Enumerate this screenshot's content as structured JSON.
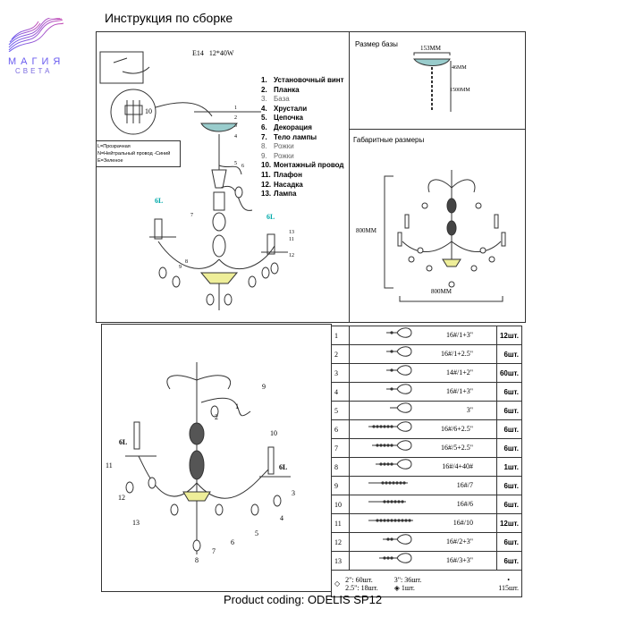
{
  "logo": {
    "line1": "МАГИЯ",
    "line2": "СВЕТА",
    "colors": [
      "#6a5cf0",
      "#c44fb6"
    ]
  },
  "title": "Инструкция по сборке",
  "assembly": {
    "spec": "E14   12*40W",
    "wiring_legend": [
      "L=Прозрачная",
      "N=Нейтральный провод -Синий",
      "E=Зеленое"
    ],
    "terminal_label": "10",
    "lamp_labels": [
      "6L",
      "6L"
    ],
    "callouts": [
      "1",
      "2",
      "3",
      "4",
      "5",
      "6",
      "7",
      "8",
      "9",
      "11",
      "12",
      "13"
    ],
    "parts": [
      {
        "n": "1.",
        "t": "Установочный винт"
      },
      {
        "n": "2.",
        "t": "Планка"
      },
      {
        "n": "3.",
        "t": "База"
      },
      {
        "n": "4.",
        "t": "Хрустали"
      },
      {
        "n": "5.",
        "t": "Цепочка"
      },
      {
        "n": "6.",
        "t": "Декорация"
      },
      {
        "n": "7.",
        "t": "Тело лампы"
      },
      {
        "n": "8.",
        "t": "Рожки"
      },
      {
        "n": "9.",
        "t": "Рожки"
      },
      {
        "n": "10.",
        "t": "Монтажный провод"
      },
      {
        "n": "11.",
        "t": "Плафон"
      },
      {
        "n": "12.",
        "t": "Насадка"
      },
      {
        "n": "13.",
        "t": "Лампа"
      }
    ]
  },
  "base_size": {
    "title": "Размер базы",
    "width": "153MM",
    "height": "46MM",
    "chain": "1500MM"
  },
  "overall": {
    "title": "Габаритные размеры",
    "height": "800MM",
    "width": "800MM"
  },
  "crystal_drawing": {
    "labels": [
      "9",
      "1",
      "2",
      "10",
      "6L",
      "6L",
      "11",
      "12",
      "13",
      "3",
      "4",
      "5",
      "6",
      "7",
      "8"
    ]
  },
  "crystals": [
    {
      "n": "1",
      "code": "16#/1+3\"",
      "qty": "12шт."
    },
    {
      "n": "2",
      "code": "16#/1+2.5\"",
      "qty": "6шт."
    },
    {
      "n": "3",
      "code": "14#/1+2\"",
      "qty": "60шт."
    },
    {
      "n": "4",
      "code": "16#/1+3\"",
      "qty": "6шт."
    },
    {
      "n": "5",
      "code": "3\"",
      "qty": "6шт."
    },
    {
      "n": "6",
      "code": "16#/6+2.5\"",
      "qty": "6шт."
    },
    {
      "n": "7",
      "code": "16#/5+2.5\"",
      "qty": "6шт."
    },
    {
      "n": "8",
      "code": "16#/4+40#",
      "qty": "1шт."
    },
    {
      "n": "9",
      "code": "16#/7",
      "qty": "6шт."
    },
    {
      "n": "10",
      "code": "16#/6",
      "qty": "6шт."
    },
    {
      "n": "11",
      "code": "16#/10",
      "qty": "12шт."
    },
    {
      "n": "12",
      "code": "16#/2+3\"",
      "qty": "6шт."
    },
    {
      "n": "13",
      "code": "16#/3+3\"",
      "qty": "6шт."
    }
  ],
  "summary": {
    "a": "2\": 60шт.",
    "b": "3\": 36шт.",
    "c": "2.5\": 18шт.",
    "d": "1шт.",
    "e": "115шт."
  },
  "footer": "Product coding: ODELIS SP12"
}
